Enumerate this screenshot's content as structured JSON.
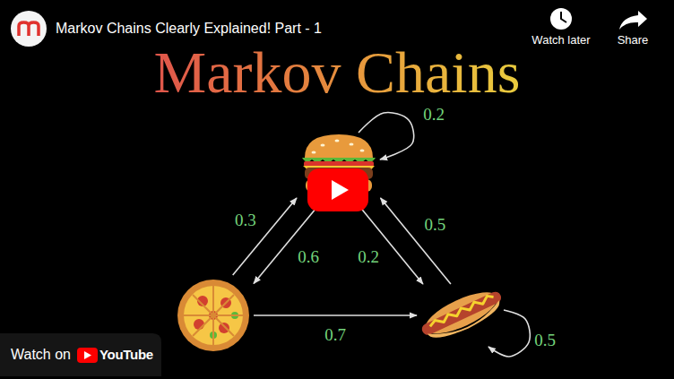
{
  "diagram": {
    "title": "Markov Chains",
    "nodes": [
      {
        "text": []
      },
      {
        "text": []
      },
      {
        "text": []
      }
    ],
    "edges": [
      {
        "from": 0,
        "to": 0,
        "label": "0.2",
        "arrow": "to"
      },
      {
        "from": 1,
        "to": 0,
        "label": "0.3",
        "arrow": "to"
      },
      {
        "from": 0,
        "to": 1,
        "label": "0.6",
        "arrow": "to"
      },
      {
        "from": 0,
        "to": 2,
        "label": "0.2",
        "arrow": "to"
      },
      {
        "from": 2,
        "to": 0,
        "label": "0.5",
        "arrow": "to"
      },
      {
        "from": 1,
        "to": 2,
        "label": "0.7",
        "arrow": "to"
      },
      {
        "from": 2,
        "to": 2,
        "label": "0.5",
        "arrow": "to"
      }
    ],
    "labels": [
      "Markov Chains Clearly Explained! Part - 1",
      "Watch later",
      "Share",
      "Watch on",
      "YouTube"
    ]
  }
}
